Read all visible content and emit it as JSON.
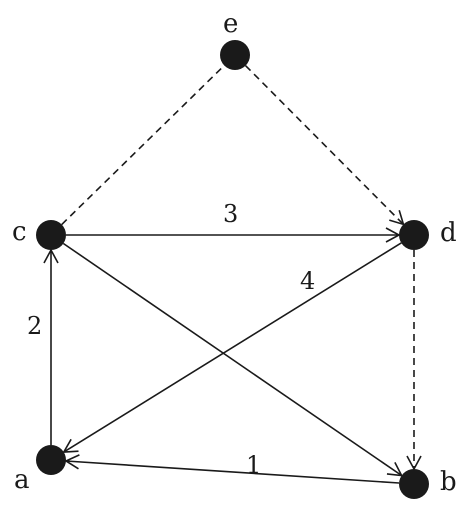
{
  "graph": {
    "nodes": [
      {
        "id": "e",
        "label": "e"
      },
      {
        "id": "c",
        "label": "c"
      },
      {
        "id": "d",
        "label": "d"
      },
      {
        "id": "a",
        "label": "a"
      },
      {
        "id": "b",
        "label": "b"
      }
    ],
    "edges": [
      {
        "id": "c-e",
        "from": "c",
        "to": "e",
        "style": "dashed",
        "arrow": false,
        "weight": ""
      },
      {
        "id": "e-d",
        "from": "e",
        "to": "d",
        "style": "dashed",
        "arrow": true,
        "weight": ""
      },
      {
        "id": "d-b",
        "from": "d",
        "to": "b",
        "style": "dashed",
        "arrow": true,
        "weight": ""
      },
      {
        "id": "c-d",
        "from": "c",
        "to": "d",
        "style": "solid",
        "arrow": true,
        "weight": "3"
      },
      {
        "id": "d-a",
        "from": "d",
        "to": "a",
        "style": "solid",
        "arrow": true,
        "weight": "4"
      },
      {
        "id": "a-c",
        "from": "a",
        "to": "c",
        "style": "solid",
        "arrow": true,
        "weight": "2"
      },
      {
        "id": "b-a",
        "from": "b",
        "to": "a",
        "style": "solid",
        "arrow": true,
        "weight": "1"
      },
      {
        "id": "c-b",
        "from": "c",
        "to": "b",
        "style": "solid",
        "arrow": true,
        "weight": ""
      }
    ],
    "colors": {
      "node": "#1a1a1a",
      "edge": "#1a1a1a",
      "background": "#ffffff"
    }
  }
}
